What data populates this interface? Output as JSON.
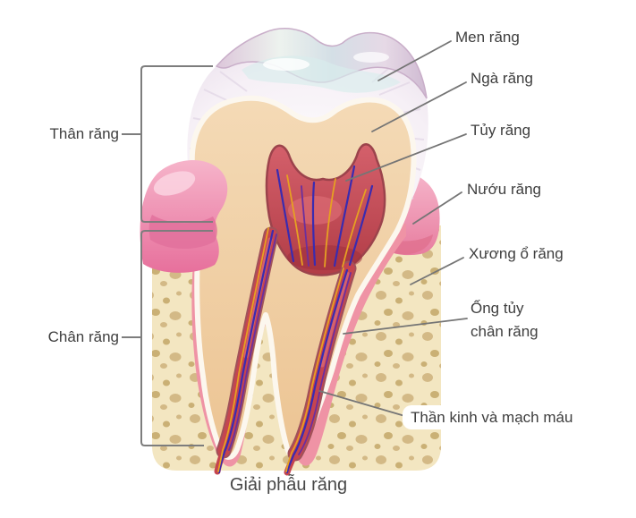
{
  "labels": {
    "enamel": "Men răng",
    "dentin": "Ngà răng",
    "pulp": "Tủy răng",
    "gum": "Nướu răng",
    "alveolar_bone": "Xương ổ răng",
    "root_canal_line1": "Ống tủy",
    "root_canal_line2": "chân răng",
    "nerves_vessels": "Thần kinh và mạch máu",
    "crown": "Thân răng",
    "root": "Chân răng",
    "caption": "Giải phẫu răng"
  },
  "colors": {
    "enamel": "#f2ecf4",
    "enamel_cap": "#d9c6da",
    "dentin": "#f1d3aa",
    "pulp_red": "#c5454f",
    "gum_pink": "#ef94b2",
    "bone_cream": "#f3e6c1",
    "bone_spot": "#d0b580",
    "vessel_blue": "#3a2bb0",
    "vessel_purple": "#6b2f9e",
    "vessel_orange": "#e6a022",
    "label_text": "#3e3e3e",
    "leader_line": "#757575"
  }
}
